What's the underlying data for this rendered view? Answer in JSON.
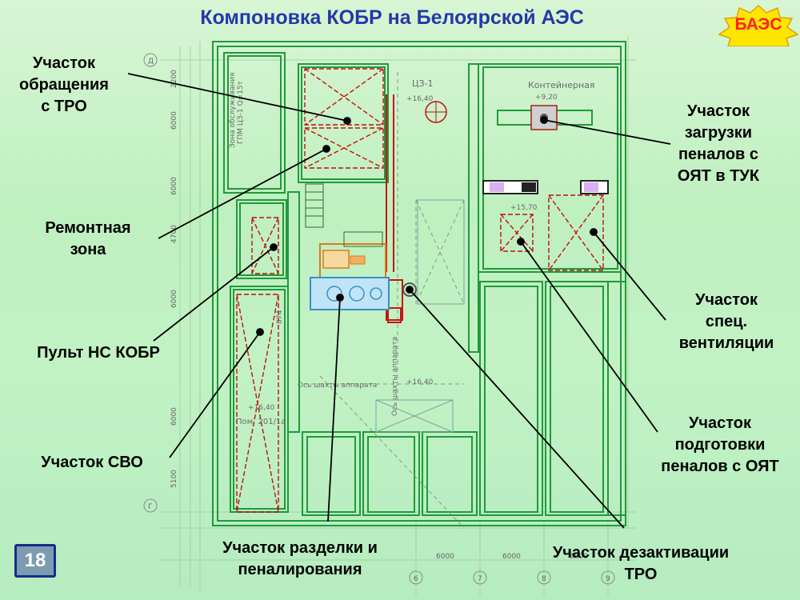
{
  "title": "Компоновка КОБР на Белоярской АЭС",
  "logo": "БАЭС",
  "page_number": "18",
  "callouts": {
    "tro_handling": [
      "Участок",
      "обращения",
      "с ТРО"
    ],
    "repair_zone": [
      "Ремонтная",
      "зона"
    ],
    "control_panel": "Пульт НС КОБР",
    "svo": "Участок СВО",
    "cutting": [
      "Участок разделки и",
      "пеналирования"
    ],
    "decontamination": [
      "Участок дезактивации",
      "ТРО"
    ],
    "loading": [
      "Участок",
      "загрузки",
      "пеналов с",
      "ОЯТ в ТУК"
    ],
    "ventilation": [
      "Участок",
      "спец.",
      "вентиляции"
    ],
    "preparation": [
      "Участок",
      "подготовки",
      "пеналов с ОЯТ"
    ]
  },
  "plan_text": {
    "cz": "ЦЗ-1",
    "container": "Контейнерная",
    "zone_service": "Зона обслуживания",
    "gpm": "ГПМ ЦЗ-1 Q=15т",
    "room": "Пом. 201/1а",
    "shaft_axis": "Ось шахты аппарата",
    "elev_1640": "+16,40",
    "elev_920": "+9,20",
    "elev_1570": "+15,70",
    "axis_d": "Д",
    "axis_g": "Г",
    "axis_6": "6",
    "axis_7": "7",
    "axis_8": "8",
    "axis_9": "9",
    "dim_2200": "2200",
    "dim_6000": "6000",
    "dim_4700": "4700",
    "dim_5100": "5100",
    "mark_874": "874"
  }
}
